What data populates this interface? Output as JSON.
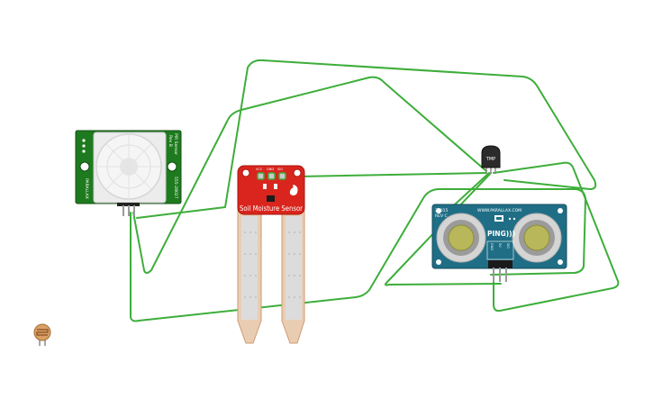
{
  "components": {
    "pir_sensor": {
      "side_label_1": "PIR Sensor",
      "side_label_2": "Rev B",
      "side_label_3": "555-28027",
      "brand": "PARALLAX",
      "color": "#1e7a1e"
    },
    "soil_sensor": {
      "label": "Soil Moisture Sensor",
      "pin_labels": [
        "VCC",
        "GND",
        "SIG"
      ],
      "color": "#d9251d"
    },
    "temp_sensor": {
      "label": "TMP",
      "color": "#2b2b2b"
    },
    "ping_sensor": {
      "part_number": "28015",
      "revision": "REV C",
      "website": "WWW.PARALLAX.COM",
      "name": "PING)))",
      "pin_labels": [
        "GND",
        "5V",
        "SIG"
      ],
      "color": "#1f6e86"
    },
    "photoresistor": {
      "color": "#d9a066"
    }
  },
  "wire_color": "#3dae3a"
}
